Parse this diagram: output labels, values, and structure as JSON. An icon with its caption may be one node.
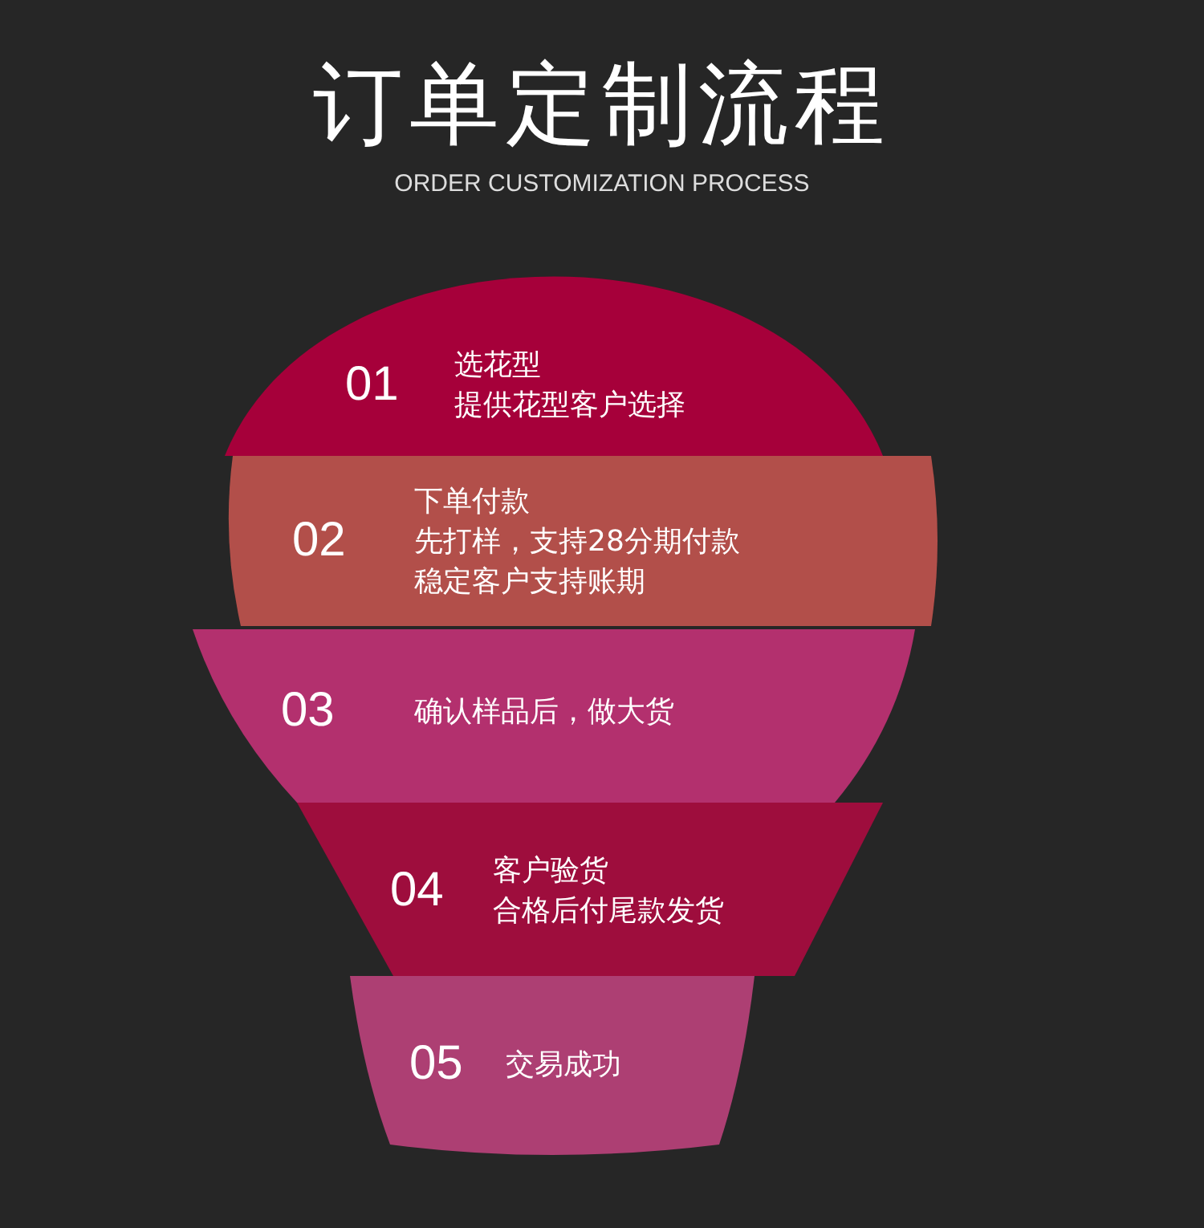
{
  "diagram": {
    "title": "订单定制流程",
    "caption": "ORDER CUSTOMIZATION PROCESS",
    "nodes": [
      {
        "text": [
          "01",
          "选花型",
          "提供花型客户选择"
        ]
      },
      {
        "text": [
          "02",
          "下单付款",
          "先打样，支持28分期付款",
          "稳定客户支持账期"
        ]
      },
      {
        "text": [
          "03",
          "确认样品后，做大货"
        ]
      },
      {
        "text": [
          "04",
          "客户验货",
          "合格后付尾款发货"
        ]
      },
      {
        "text": [
          "05",
          "交易成功"
        ]
      }
    ]
  }
}
